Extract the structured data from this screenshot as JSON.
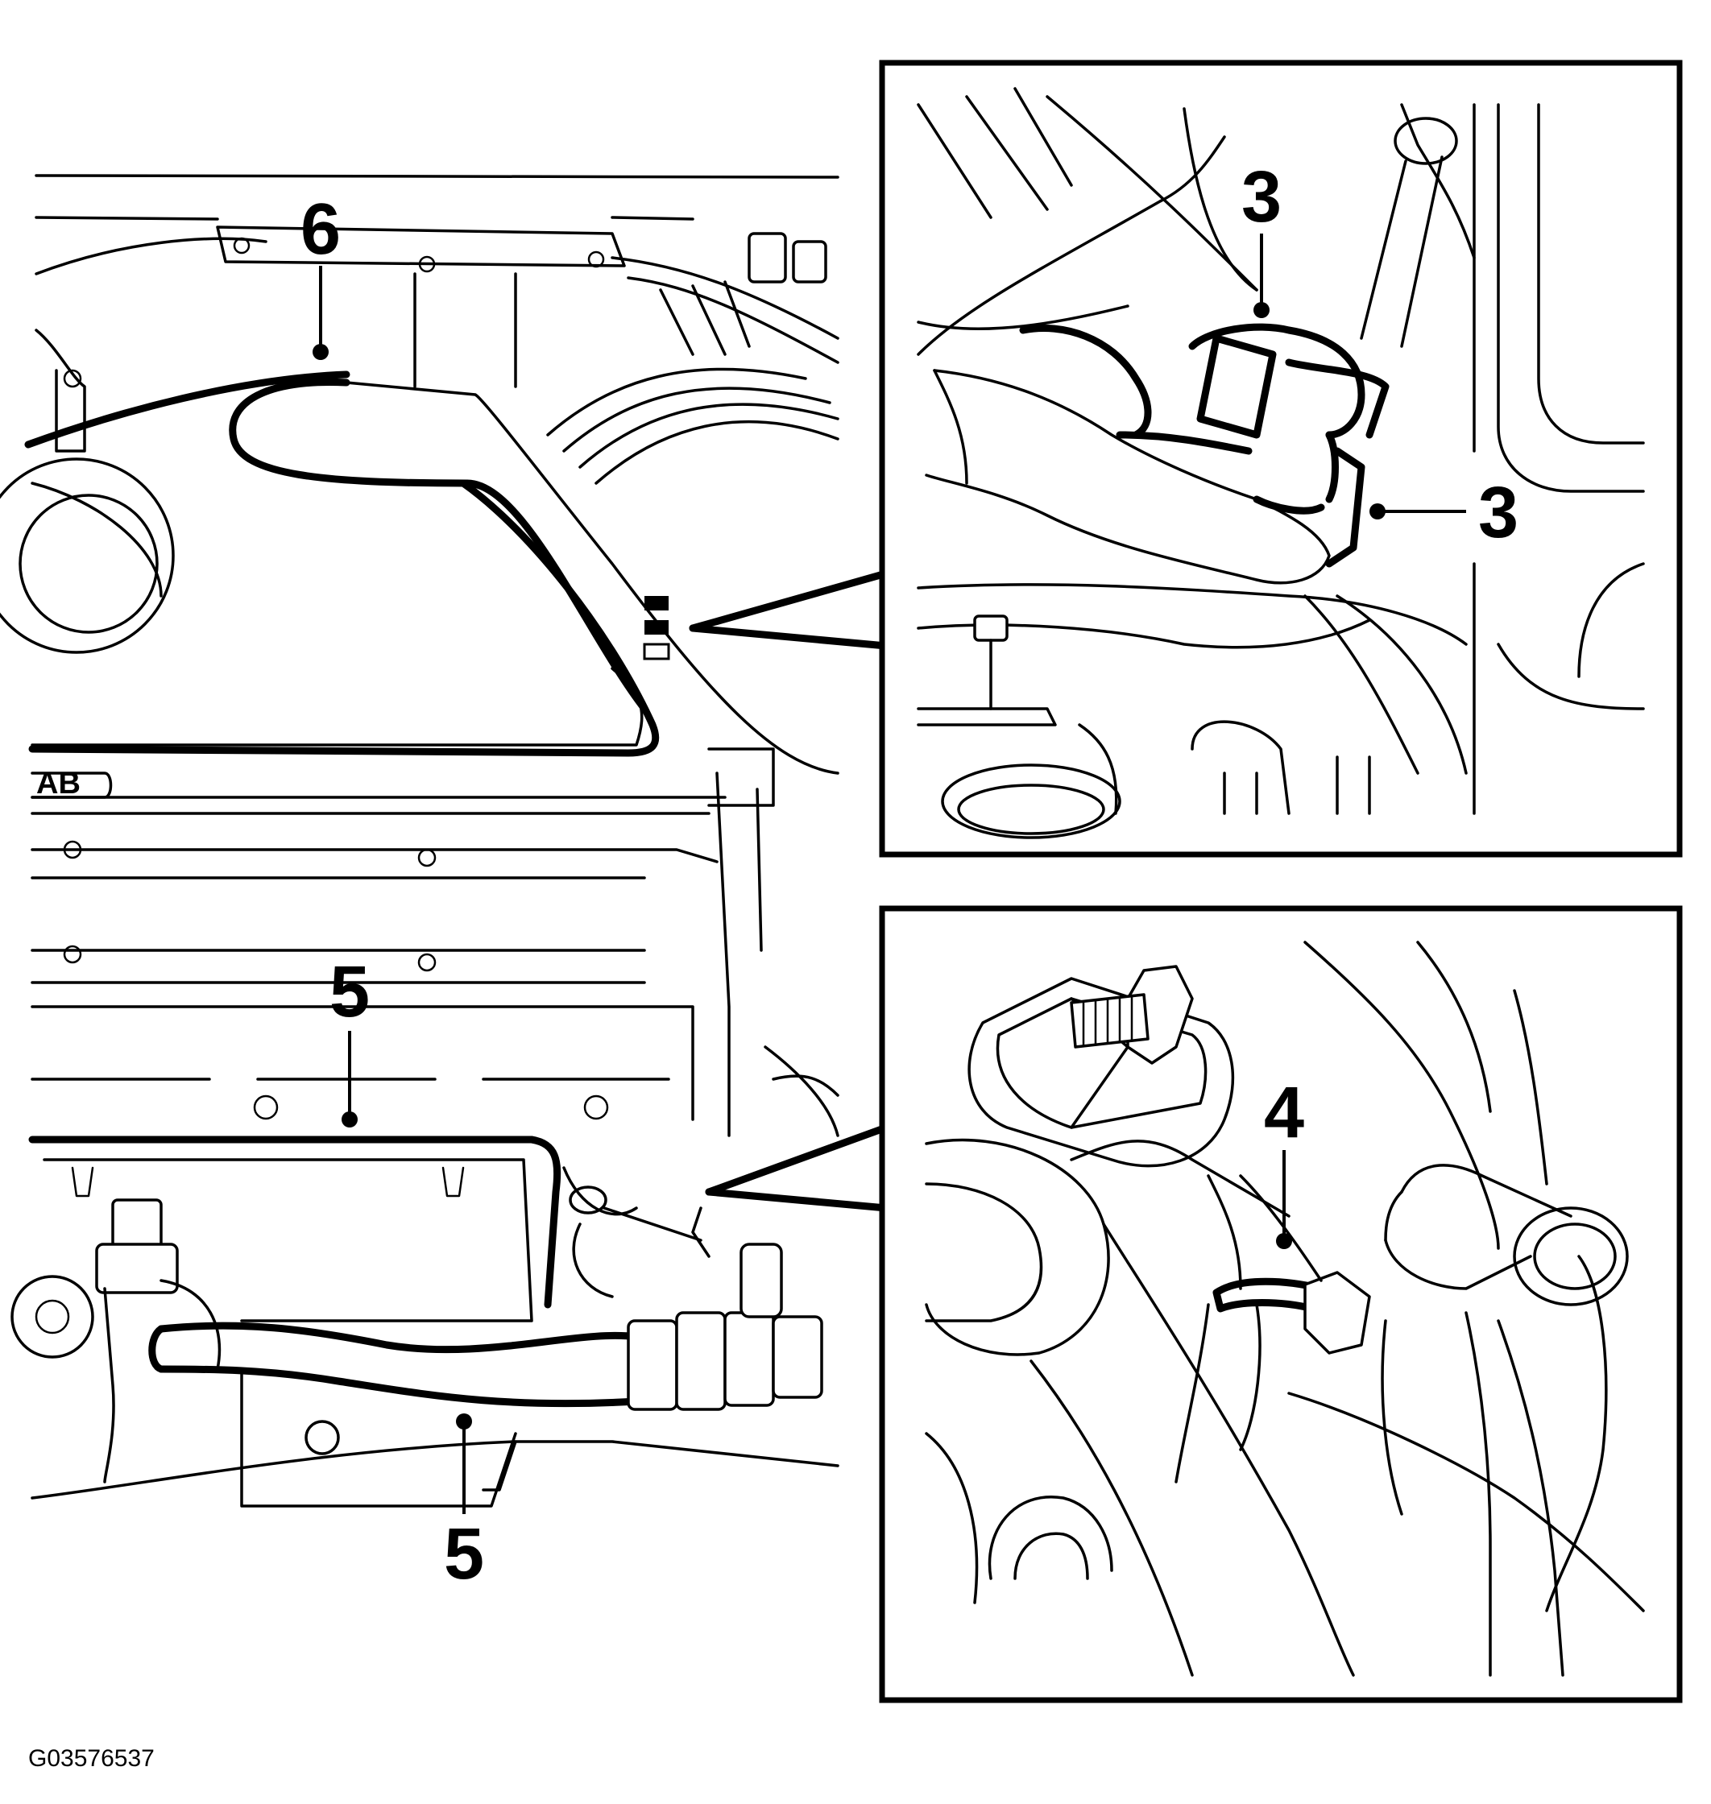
{
  "callouts": {
    "main_top": "6",
    "main_middle": "5",
    "main_bottom": "5",
    "inset_top_label_a": "3",
    "inset_top_label_b": "3",
    "inset_bottom_label": "4"
  },
  "figure_id": "G03576537",
  "logo_fragment": "AB"
}
